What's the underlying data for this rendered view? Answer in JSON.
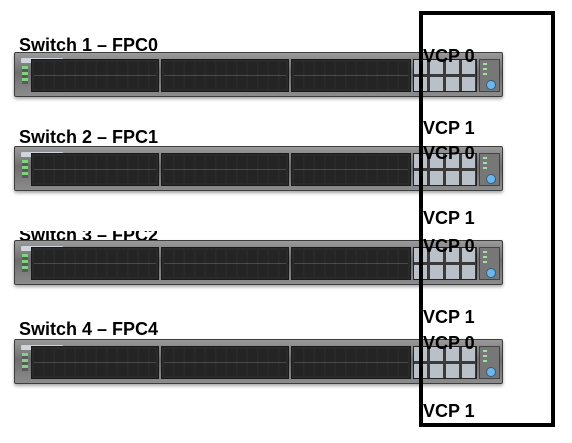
{
  "switches": [
    {
      "label": "Switch 1 – FPC0",
      "vcp_top": "VCP 0",
      "vcp_bottom": "VCP 1"
    },
    {
      "label": "Switch 2 – FPC1",
      "vcp_top": "VCP 0",
      "vcp_bottom": "VCP 1"
    },
    {
      "label": "Switch 3 – FPC2",
      "vcp_top": "VCP 0",
      "vcp_bottom": "VCP 1"
    },
    {
      "label": "Switch 4 – FPC4",
      "vcp_top": "VCP 0",
      "vcp_bottom": "VCP 1"
    }
  ],
  "colors": {
    "background": "#ffffff",
    "cable": "#000000",
    "switch_body": "#8a8a8a",
    "port": "#dcdcdc",
    "status_led": "#7fd47f",
    "mgmt_button": "#6fb6e8"
  },
  "icons": [
    "ethernet-port-icon",
    "sfp-uplink-port-icon",
    "status-led-icon",
    "mgmt-button-icon"
  ]
}
